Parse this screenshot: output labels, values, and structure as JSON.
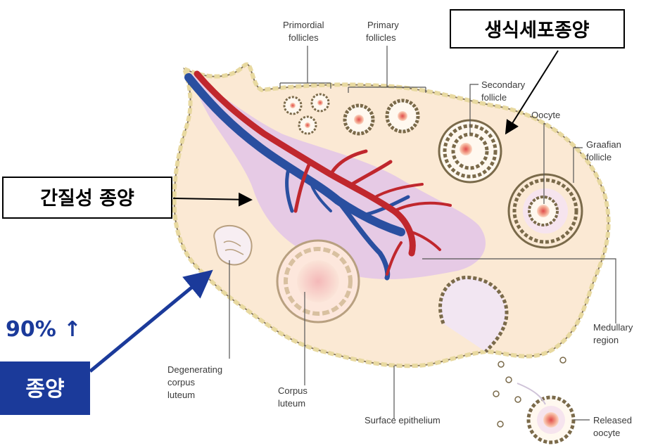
{
  "labels": {
    "primordial_1": "Primordial",
    "primordial_2": "follicles",
    "primary_1": "Primary",
    "primary_2": "follicles",
    "secondary_1": "Secondary",
    "secondary_2": "follicle",
    "oocyte": "Oocyte",
    "graafian_1": "Graafian",
    "graafian_2": "follicle",
    "medullary_1": "Medullary",
    "medullary_2": "region",
    "released_1": "Released",
    "released_2": "oocyte",
    "surface": "Surface epithelium",
    "corpus_1": "Corpus",
    "corpus_2": "luteum",
    "degen_1": "Degenerating",
    "degen_2": "corpus",
    "degen_3": "luteum"
  },
  "callouts": {
    "germ_cell_tumor": "생식세포종양",
    "stromal_tumor": "간질성 종양",
    "percent": "90% ↑",
    "tumor": "종양"
  },
  "colors": {
    "ovary_fill": "#fbe9d4",
    "medulla_fill": "#e2c4e8",
    "artery": "#c0272d",
    "vein": "#2a4fa0",
    "callout_blue": "#1b3a9a"
  }
}
